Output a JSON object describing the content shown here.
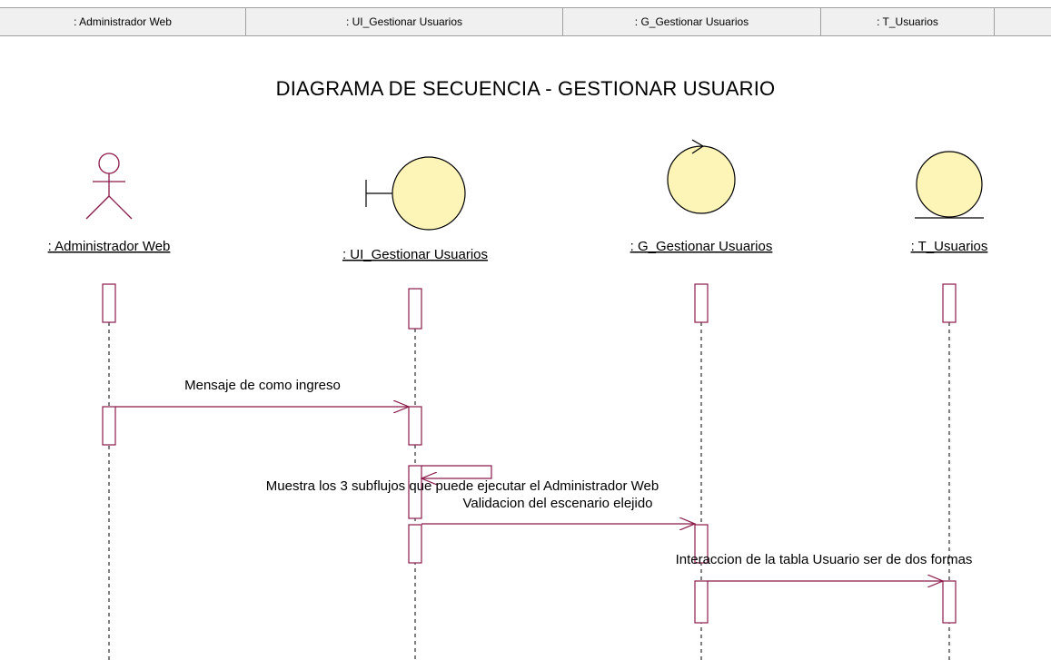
{
  "header": {
    "cells": [
      ": Administrador Web",
      ": UI_Gestionar Usuarios",
      ": G_Gestionar Usuarios",
      ": T_Usuarios"
    ]
  },
  "diagram": {
    "title": "DIAGRAMA DE SECUENCIA - GESTIONAR USUARIO",
    "lifelines": [
      {
        "label": ": Administrador Web",
        "kind": "actor"
      },
      {
        "label": ": UI_Gestionar Usuarios",
        "kind": "boundary"
      },
      {
        "label": ": G_Gestionar Usuarios",
        "kind": "control"
      },
      {
        "label": ": T_Usuarios",
        "kind": "entity"
      }
    ],
    "messages": [
      {
        "text": "Mensaje de como ingreso",
        "from": 0,
        "to": 1
      },
      {
        "text": "Muestra los 3 subflujos que puede ejecutar el Administrador Web",
        "from": 1,
        "to": 1
      },
      {
        "text": "Validacion del escenario elejido",
        "from": 1,
        "to": 2
      },
      {
        "text": "Interaccion de la tabla Usuario ser de dos formas",
        "from": 2,
        "to": 3
      }
    ],
    "colors": {
      "line": "#8b1a4a",
      "object_fill": "#fdf5b8",
      "object_stroke": "#000000",
      "activation_fill": "#ffffff"
    }
  }
}
